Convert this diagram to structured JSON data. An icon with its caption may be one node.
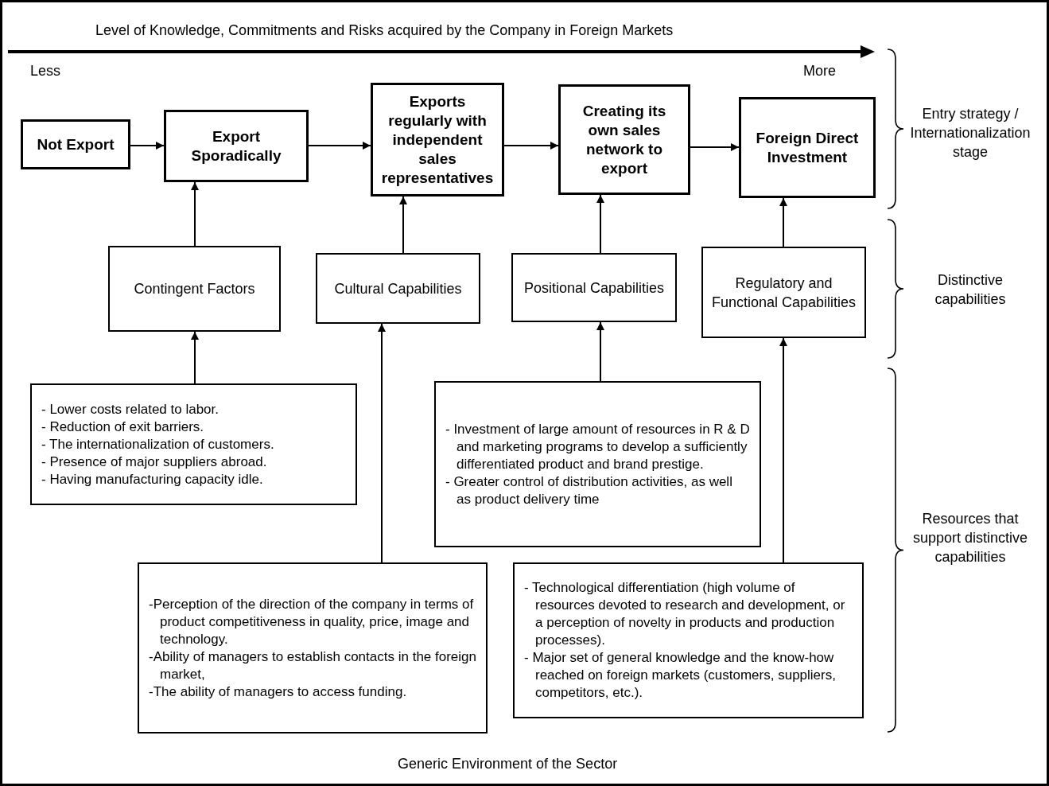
{
  "diagram": {
    "nodes": [
      {
        "text": [
          "Not Export"
        ]
      },
      {
        "text": [
          "Export Sporadically"
        ]
      },
      {
        "text": [
          "Exports regularly with independent sales representatives"
        ]
      },
      {
        "text": [
          "Creating its own sales network to export"
        ]
      },
      {
        "text": [
          "Foreign Direct Investment"
        ]
      },
      {
        "text": [
          "Contingent Factors"
        ]
      },
      {
        "text": [
          "Cultural Capabilities"
        ]
      },
      {
        "text": [
          "Positional Capabilities"
        ]
      },
      {
        "text": [
          "Regulatory and Functional Capabilities"
        ]
      },
      {
        "text": [
          "- Lower costs related to labor.",
          "- Reduction of exit barriers.",
          "- The internationalization of customers.",
          "- Presence of major suppliers abroad.",
          "- Having manufacturing capacity idle."
        ]
      },
      {
        "text": [
          "- Investment of large amount of resources in R & D and marketing programs to develop a sufficiently differentiated product and brand prestige.",
          "- Greater control of distribution activities, as well as product delivery time"
        ]
      },
      {
        "text": [
          "-Perception of the direction of the company in terms of product competitiveness in quality, price, image and technology.",
          "-Ability of managers to establish contacts in the foreign market,",
          "-The ability of managers to access funding."
        ]
      },
      {
        "text": [
          "- Technological differentiation (high volume of resources devoted to research and development, or a perception of novelty in products and production processes).",
          "- Major set of general knowledge and the know-how reached on foreign markets (customers, suppliers, competitors, etc.)."
        ]
      }
    ],
    "edges": [
      {
        "from": 0,
        "to": 1,
        "arrow": "to"
      },
      {
        "from": 1,
        "to": 2,
        "arrow": "to"
      },
      {
        "from": 2,
        "to": 3,
        "arrow": "to"
      },
      {
        "from": 3,
        "to": 4,
        "arrow": "to"
      },
      {
        "from": 5,
        "to": 1,
        "arrow": "to"
      },
      {
        "from": 6,
        "to": 2,
        "arrow": "to"
      },
      {
        "from": 7,
        "to": 3,
        "arrow": "to"
      },
      {
        "from": 8,
        "to": 4,
        "arrow": "to"
      },
      {
        "from": 9,
        "to": 5,
        "arrow": "to"
      },
      {
        "from": 11,
        "to": 6,
        "arrow": "to"
      },
      {
        "from": 10,
        "to": 7,
        "arrow": "to"
      },
      {
        "from": 12,
        "to": 8,
        "arrow": "to"
      }
    ],
    "labels": [
      "Level of Knowledge, Commitments and Risks acquired by the Company in Foreign Markets",
      "Less",
      "More",
      "Entry strategy / Internationalization stage",
      "Distinctive capabilities",
      "Resources that support distinctive capabilities",
      "Generic Environment of the Sector"
    ]
  }
}
